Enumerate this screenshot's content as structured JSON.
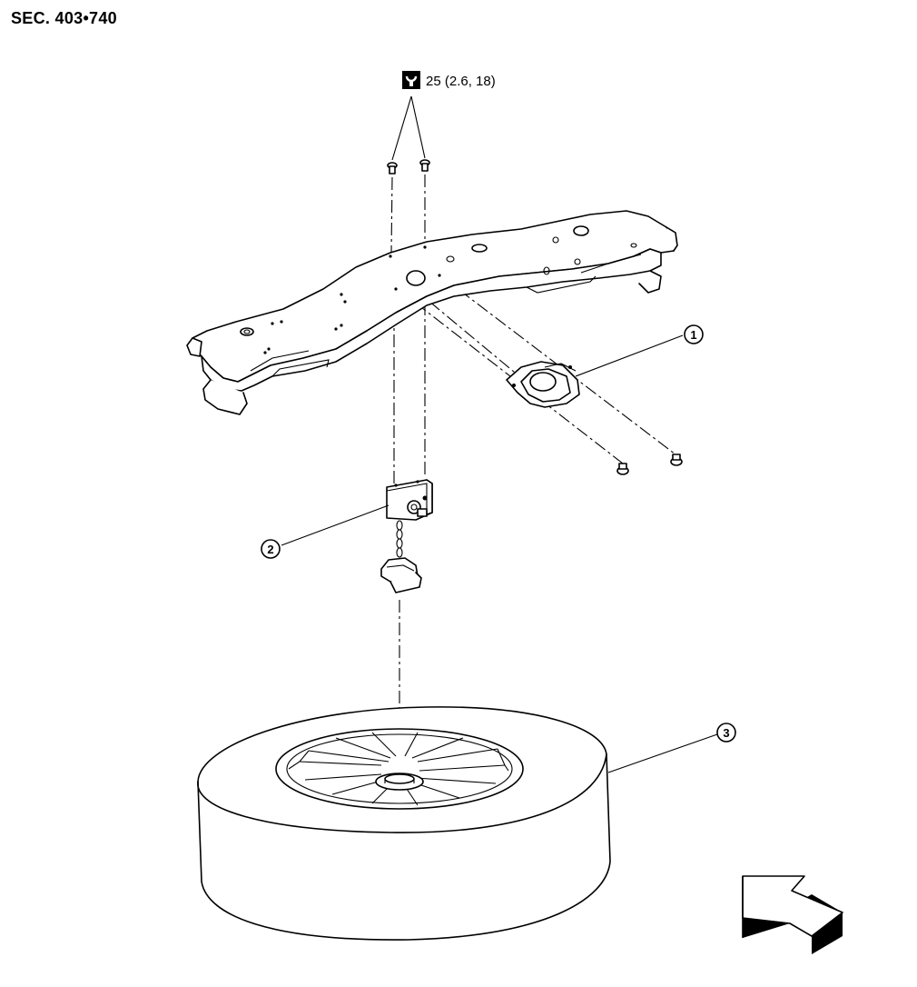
{
  "section_label": "SEC. 403•740",
  "torque_spec": "25 (2.6, 18)",
  "callouts": [
    "1",
    "2",
    "3"
  ],
  "icons": [
    "torque-wrench-icon",
    "front-direction-arrow-icon"
  ]
}
